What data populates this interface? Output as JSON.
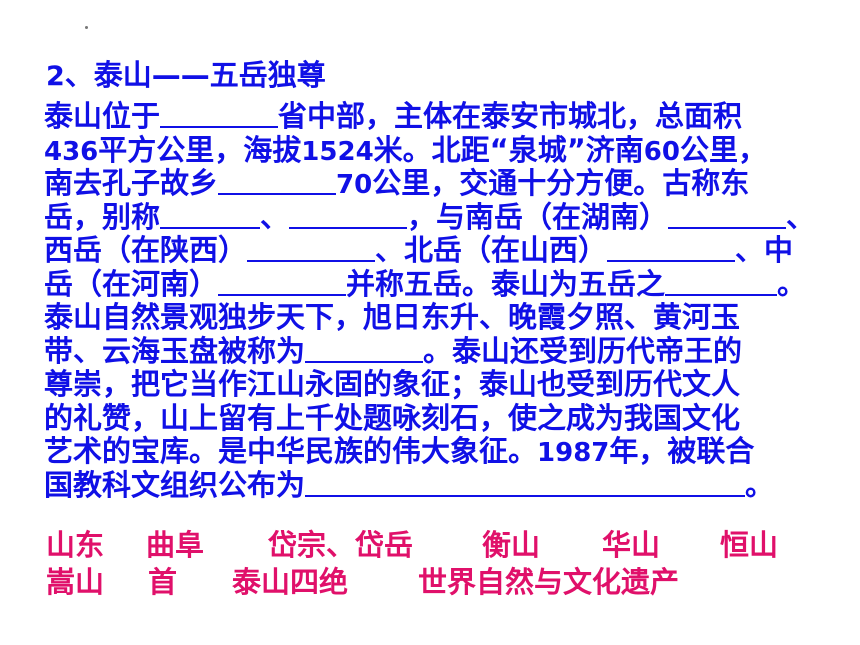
{
  "title": {
    "number": "2",
    "text": "、泰山——五岳独尊"
  },
  "passage": {
    "l1a": "泰山位于",
    "l1b": "省中部，主体在泰安市城北，总面积",
    "l2a": "436",
    "l2b": "平方公里，海拔",
    "l2c": "1524",
    "l2d": "米。北距“泉城”济南",
    "l2e": "60",
    "l2f": "公里，",
    "l3a": "南去孔子故乡",
    "l3b": "70",
    "l3c": "公里，交通十分方便。古称东",
    "l4a": "岳，别称",
    "l4b": "、",
    "l4c": "，与南岳（在湖南）",
    "l4d": "、",
    "l5a": "西岳（在陕西）",
    "l5b": "、北岳（在山西）",
    "l5c": "、中",
    "l6a": "岳（在河南）",
    "l6b": "并称五岳。泰山为五岳之",
    "l6c": "。",
    "l7": "泰山自然景观独步天下，旭日东升、晚霞夕照、黄河玉",
    "l8a": "带、云海玉盘被称为",
    "l8b": "。泰山还受到历代帝王的",
    "l9": "尊崇，把它当作江山永固的象征；泰山也受到历代文人",
    "l10": "的礼赞，山上留有上千处题咏刻石，使之成为我国文化",
    "l11a": "艺术的宝库。是中华民族的伟大象征。",
    "l11b": "1987",
    "l11c": "年，被联合",
    "l12a": "国教科文组织公布为",
    "l12b": "。"
  },
  "answers": {
    "row1": [
      "山东",
      "曲阜",
      "岱宗、岱岳",
      "衡山",
      "华山",
      "恒山"
    ],
    "row2": [
      "嵩山",
      "首",
      "泰山四绝",
      "世界自然与文化遗产"
    ]
  },
  "colors": {
    "passage_text": "#1010e6",
    "answer_text": "#e0106a"
  }
}
